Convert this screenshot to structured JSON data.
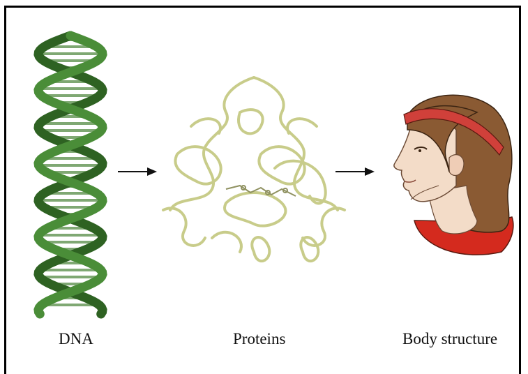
{
  "diagram": {
    "stages": [
      {
        "label": "DNA",
        "icon": "dna-double-helix-icon"
      },
      {
        "label": "Proteins",
        "icon": "protein-ribbon-structure-icon"
      },
      {
        "label": "Body structure",
        "icon": "human-head-profile-icon"
      }
    ],
    "arrows": [
      "arrow-right-icon",
      "arrow-right-icon"
    ],
    "colors": {
      "dna": "#3b7a2c",
      "protein": "#c8cc8a",
      "hair": "#8a5a33",
      "headband": "#d0403a",
      "skin": "#f3dcc8",
      "garment": "#d42a1e",
      "arrow": "#111111"
    }
  }
}
